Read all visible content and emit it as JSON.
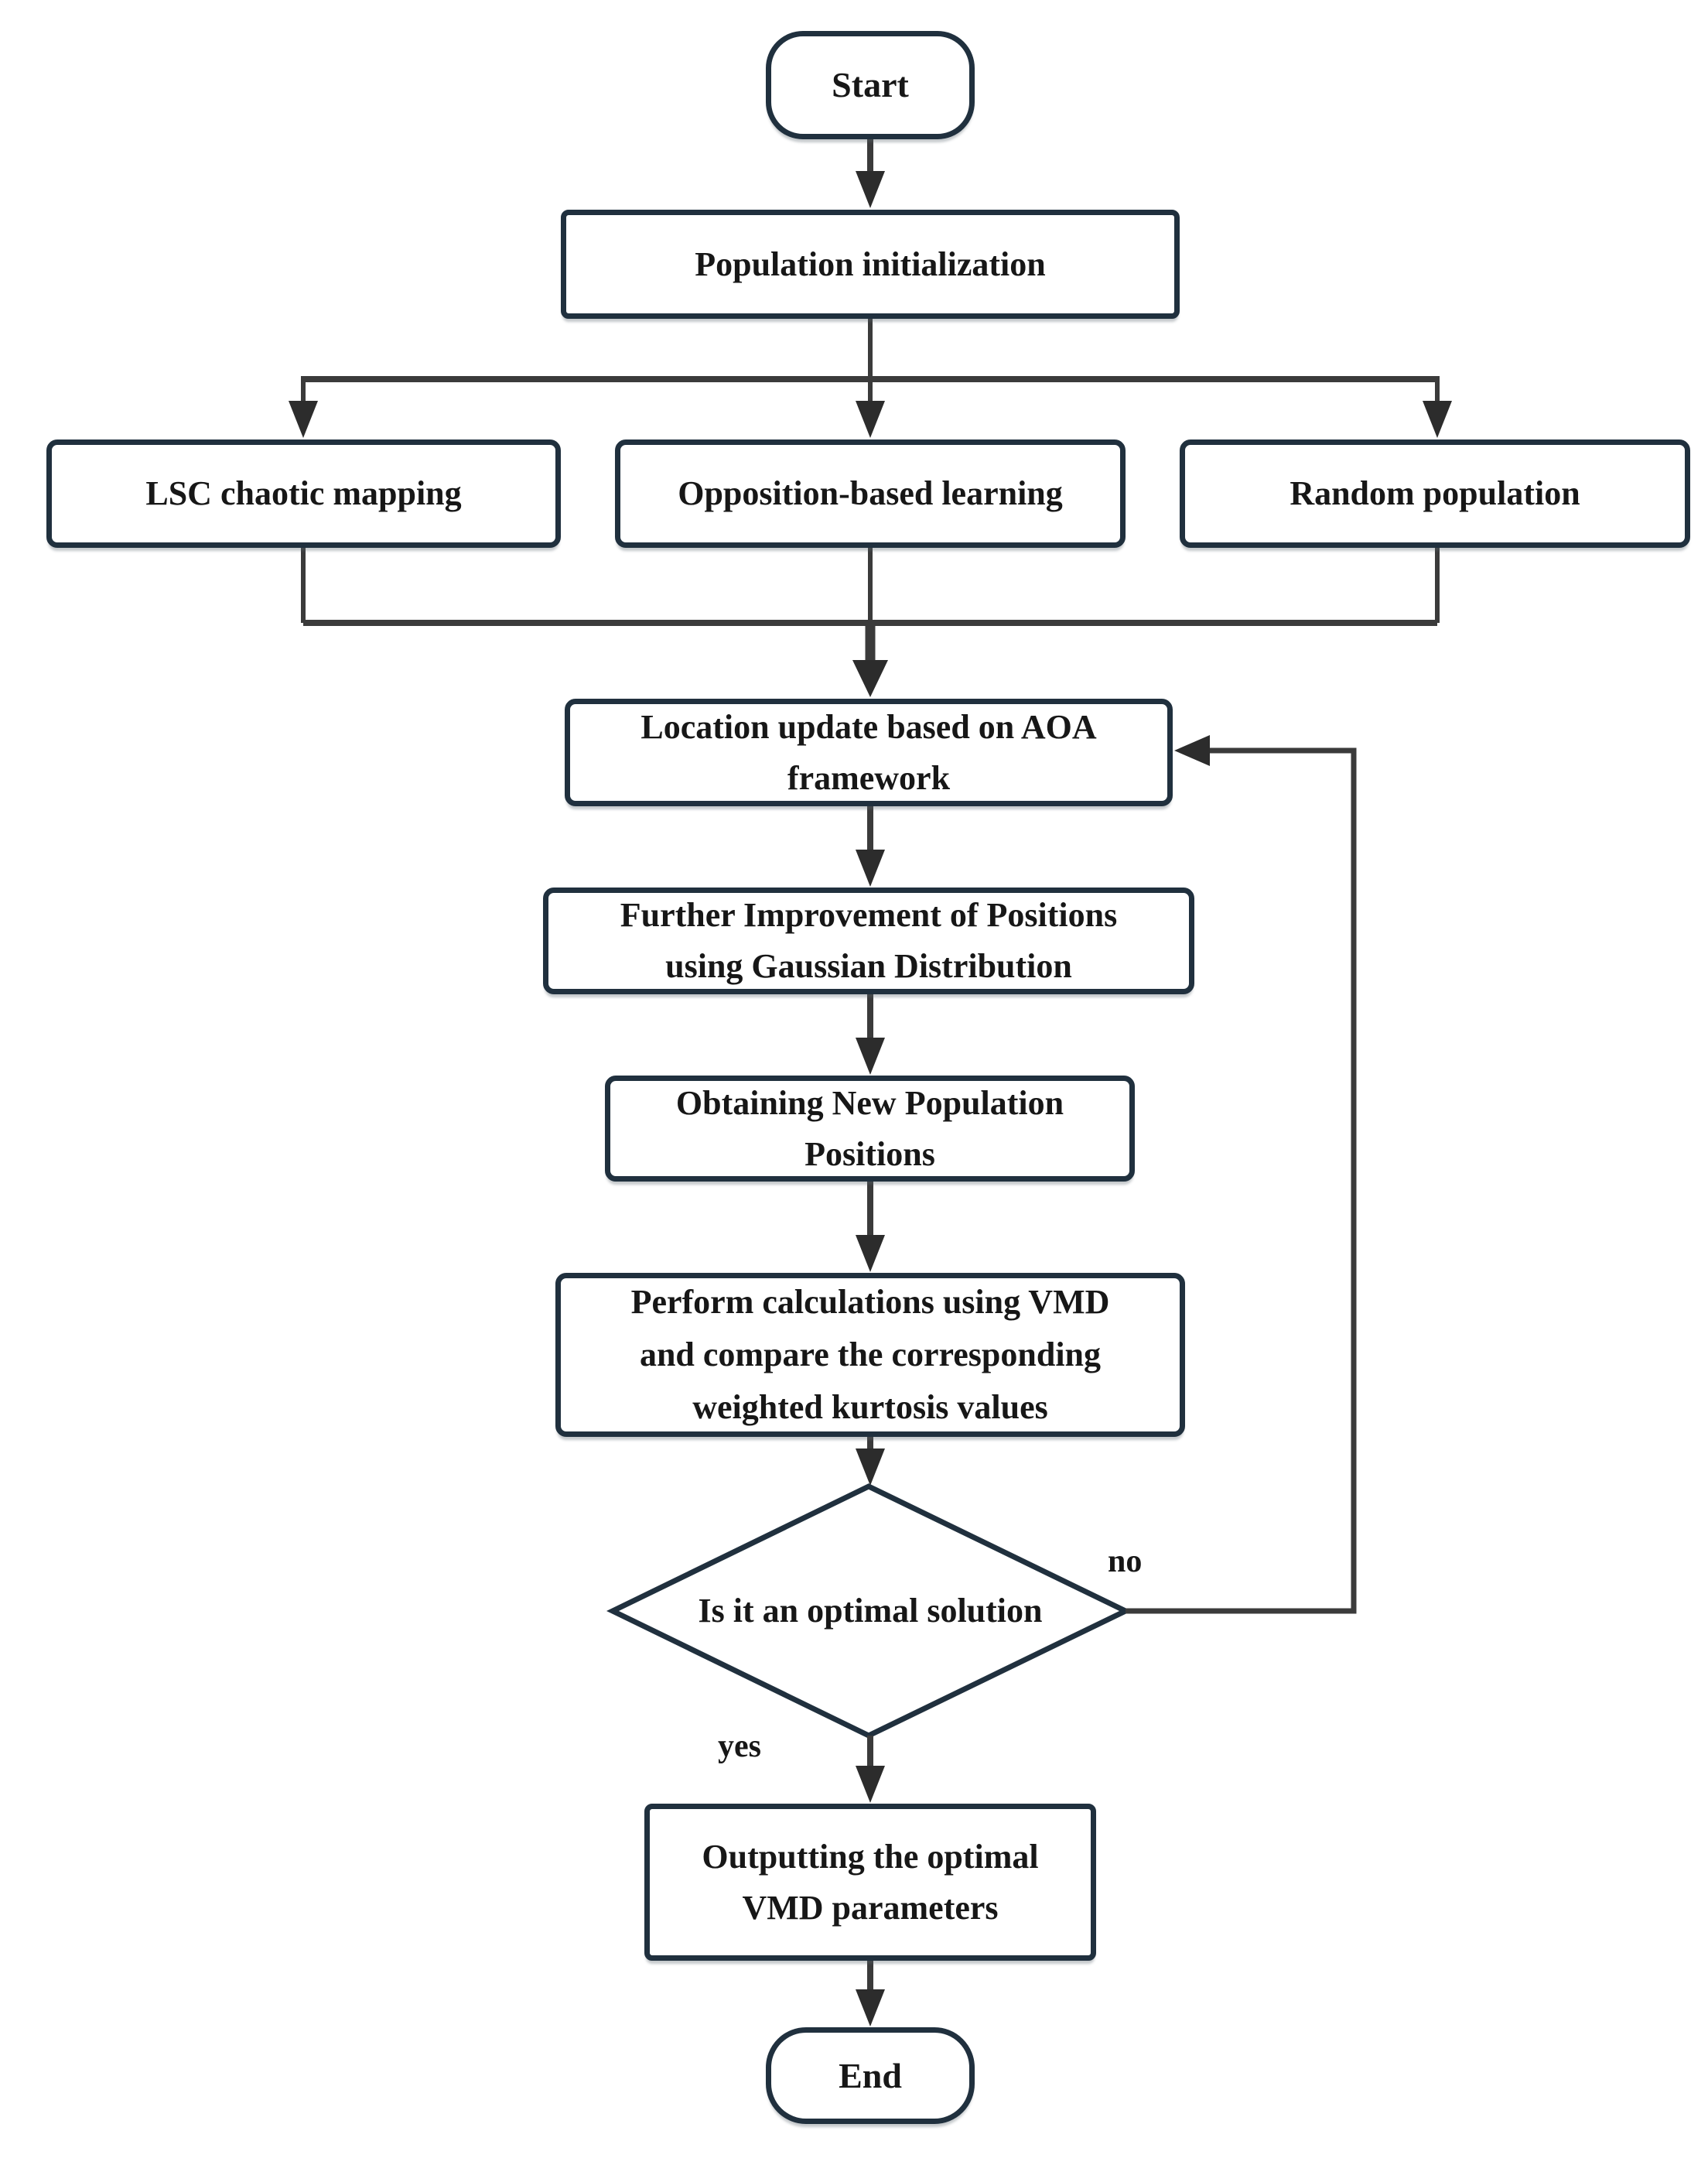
{
  "flowchart": {
    "nodes": {
      "start": {
        "label": "Start"
      },
      "population": {
        "label": "Population initialization"
      },
      "lsc": {
        "label": "LSC chaotic mapping"
      },
      "opposition": {
        "label": "Opposition-based learning"
      },
      "random": {
        "label": "Random population"
      },
      "aoa": {
        "lines": [
          "Location update based on AOA",
          "framework"
        ]
      },
      "gaussian": {
        "lines": [
          "Further Improvement of Positions",
          "using Gaussian Distribution"
        ]
      },
      "newpop": {
        "lines": [
          "Obtaining New Population",
          "Positions"
        ]
      },
      "vmd": {
        "lines": [
          "Perform calculations using VMD",
          "and compare the corresponding",
          "weighted kurtosis values"
        ]
      },
      "decision": {
        "label": "Is it an optimal solution"
      },
      "output": {
        "lines": [
          "Outputting the optimal",
          "VMD parameters"
        ]
      },
      "end": {
        "label": "End"
      }
    },
    "edge_labels": {
      "no": "no",
      "yes": "yes"
    },
    "colors": {
      "box_border": "#20303e",
      "connector": "#3b3b3b",
      "arrowhead": "#2c2c2c",
      "text": "#171717",
      "background": "#ffffff"
    }
  }
}
